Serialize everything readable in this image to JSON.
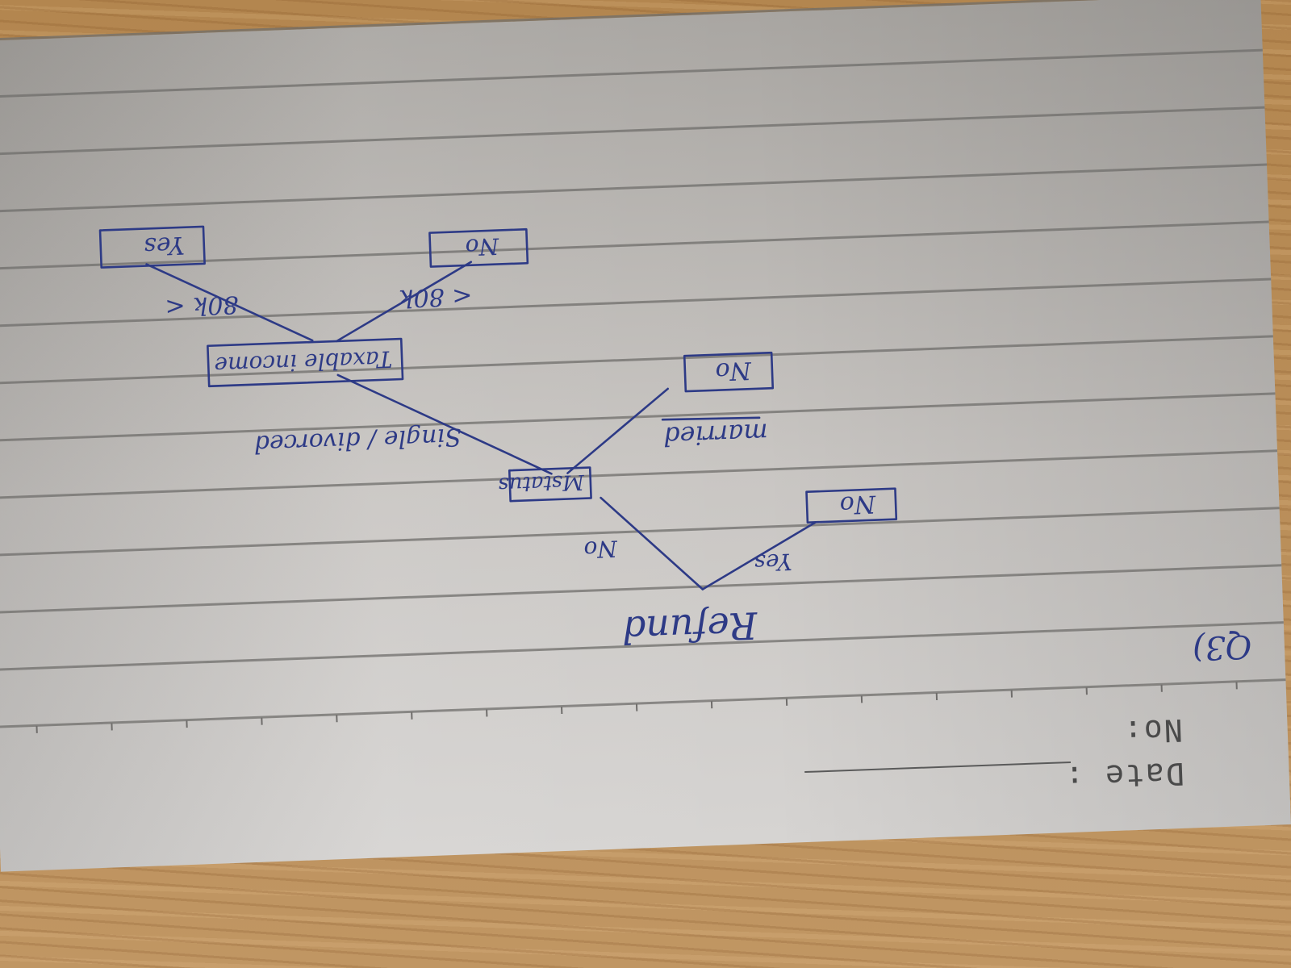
{
  "page_header": {
    "date_label": "Date :",
    "number_label": "No:"
  },
  "question_label": "Q3)",
  "ink_color": "#2d3a86",
  "paper_color": "#d6d4d2",
  "desk_color": "#b98f57",
  "tree": {
    "root": "Refund",
    "branches": {
      "refund_yes": "Yes",
      "refund_no": "No",
      "mstatus_married": "married",
      "mstatus_single": "Single / divorced",
      "income_low": "< 80k",
      "income_high": "80k <"
    },
    "nodes": {
      "refund_yes_leaf": "No",
      "mstatus": "Mstatus",
      "married_leaf": "No",
      "taxable_income": "Taxable income",
      "low_income_leaf": "No",
      "high_income_leaf": "Yes"
    }
  }
}
